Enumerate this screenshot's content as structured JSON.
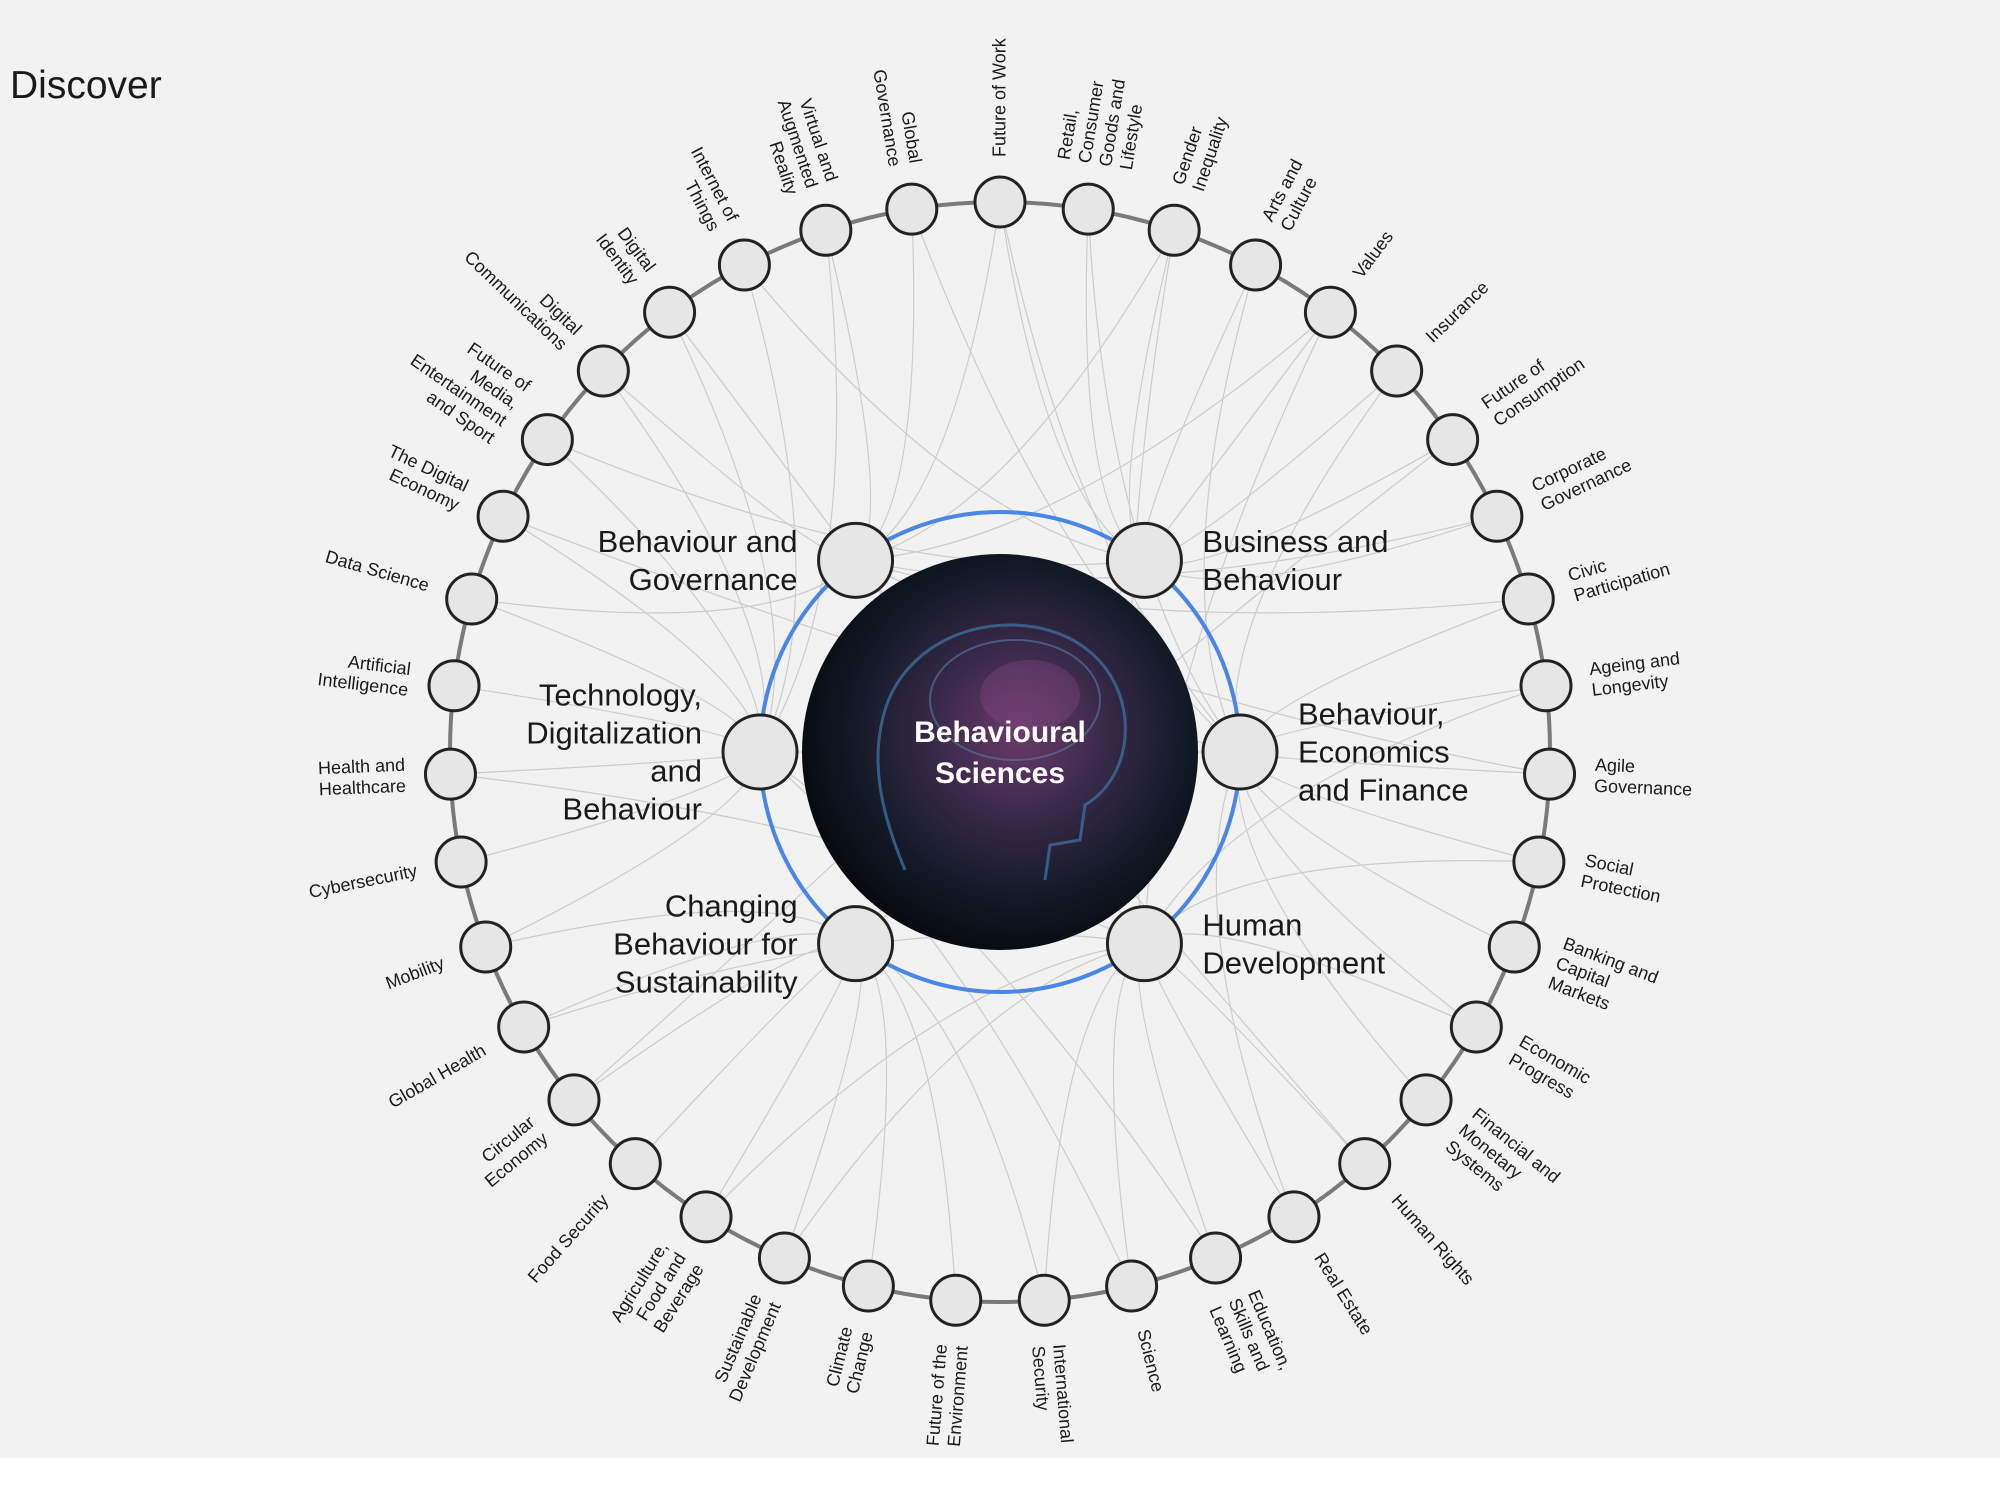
{
  "title": "Discover",
  "center": {
    "lines": [
      "Behavioural",
      "Sciences"
    ]
  },
  "colors": {
    "ring": "#4a86e8",
    "outer_ring": "#7a7a7a",
    "node_fill": "#e6e6e6",
    "node_stroke": "#222222",
    "link": "#cccccc",
    "background": "#f2f2f2"
  },
  "inner_nodes": [
    {
      "name": "inner-node-behaviour-governance",
      "lines": [
        "Behaviour and",
        "Governance"
      ]
    },
    {
      "name": "inner-node-business-behaviour",
      "lines": [
        "Business and",
        "Behaviour"
      ]
    },
    {
      "name": "inner-node-behaviour-economics-finance",
      "lines": [
        "Behaviour,",
        "Economics",
        "and Finance"
      ]
    },
    {
      "name": "inner-node-human-development",
      "lines": [
        "Human",
        "Development"
      ]
    },
    {
      "name": "inner-node-changing-behaviour-sustainability",
      "lines": [
        "Changing",
        "Behaviour for",
        "Sustainability"
      ]
    },
    {
      "name": "inner-node-technology-digitalization-behaviour",
      "lines": [
        "Technology,",
        "Digitalization",
        "and",
        "Behaviour"
      ]
    }
  ],
  "outer_nodes": [
    {
      "lines": [
        "Future of Work"
      ],
      "links": [
        0,
        1,
        2
      ]
    },
    {
      "lines": [
        "Retail,",
        "Consumer",
        "Goods and",
        "Lifestyle"
      ],
      "links": [
        1,
        2
      ]
    },
    {
      "lines": [
        "Gender",
        "Inequality"
      ],
      "links": [
        1,
        3,
        0
      ]
    },
    {
      "lines": [
        "Arts and",
        "Culture"
      ],
      "links": [
        1,
        2
      ]
    },
    {
      "lines": [
        "Values"
      ],
      "links": [
        1,
        0,
        3
      ]
    },
    {
      "lines": [
        "Insurance"
      ],
      "links": [
        1,
        2
      ]
    },
    {
      "lines": [
        "Future of",
        "Consumption"
      ],
      "links": [
        1,
        4
      ]
    },
    {
      "lines": [
        "Corporate",
        "Governance"
      ],
      "links": [
        0,
        1
      ]
    },
    {
      "lines": [
        "Civic",
        "Participation"
      ],
      "links": [
        0,
        2
      ]
    },
    {
      "lines": [
        "Ageing and",
        "Longevity"
      ],
      "links": [
        2,
        3
      ]
    },
    {
      "lines": [
        "Agile",
        "Governance"
      ],
      "links": [
        2,
        0
      ]
    },
    {
      "lines": [
        "Social",
        "Protection"
      ],
      "links": [
        2,
        3
      ]
    },
    {
      "lines": [
        "Banking and",
        "Capital",
        "Markets"
      ],
      "links": [
        2
      ]
    },
    {
      "lines": [
        "Economic",
        "Progress"
      ],
      "links": [
        2,
        3
      ]
    },
    {
      "lines": [
        "Financial and",
        "Monetary",
        "Systems"
      ],
      "links": [
        2
      ]
    },
    {
      "lines": [
        "Human Rights"
      ],
      "links": [
        3,
        0
      ]
    },
    {
      "lines": [
        "Real Estate"
      ],
      "links": [
        3,
        2
      ]
    },
    {
      "lines": [
        "Education,",
        "Skills and",
        "Learning"
      ],
      "links": [
        3,
        5
      ]
    },
    {
      "lines": [
        "Science"
      ],
      "links": [
        3,
        5
      ]
    },
    {
      "lines": [
        "International",
        "Security"
      ],
      "links": [
        3,
        4
      ]
    },
    {
      "lines": [
        "Future of the",
        "Environment"
      ],
      "links": [
        4
      ]
    },
    {
      "lines": [
        "Climate",
        "Change"
      ],
      "links": [
        4
      ]
    },
    {
      "lines": [
        "Sustainable",
        "Development"
      ],
      "links": [
        4,
        3
      ]
    },
    {
      "lines": [
        "Agriculture,",
        "Food and",
        "Beverage"
      ],
      "links": [
        4,
        3
      ]
    },
    {
      "lines": [
        "Food Security"
      ],
      "links": [
        4
      ]
    },
    {
      "lines": [
        "Circular",
        "Economy"
      ],
      "links": [
        4,
        1
      ]
    },
    {
      "lines": [
        "Global Health"
      ],
      "links": [
        4,
        3
      ]
    },
    {
      "lines": [
        "Mobility"
      ],
      "links": [
        5,
        4
      ]
    },
    {
      "lines": [
        "Cybersecurity"
      ],
      "links": [
        5
      ]
    },
    {
      "lines": [
        "Health and",
        "Healthcare"
      ],
      "links": [
        5,
        3
      ]
    },
    {
      "lines": [
        "Artificial",
        "Intelligence"
      ],
      "links": [
        5
      ]
    },
    {
      "lines": [
        "Data Science"
      ],
      "links": [
        5,
        0
      ]
    },
    {
      "lines": [
        "The Digital",
        "Economy"
      ],
      "links": [
        5,
        2
      ]
    },
    {
      "lines": [
        "Future of",
        "Media,",
        "Entertainment",
        "and Sport"
      ],
      "links": [
        5,
        1
      ]
    },
    {
      "lines": [
        "Digital",
        "Communications"
      ],
      "links": [
        5,
        0
      ]
    },
    {
      "lines": [
        "Digital",
        "Identity"
      ],
      "links": [
        5,
        0
      ]
    },
    {
      "lines": [
        "Internet of",
        "Things"
      ],
      "links": [
        5,
        1
      ]
    },
    {
      "lines": [
        "Virtual and",
        "Augmented",
        "Reality"
      ],
      "links": [
        5,
        0
      ]
    },
    {
      "lines": [
        "Global",
        "Governance"
      ],
      "links": [
        0,
        2
      ]
    }
  ]
}
